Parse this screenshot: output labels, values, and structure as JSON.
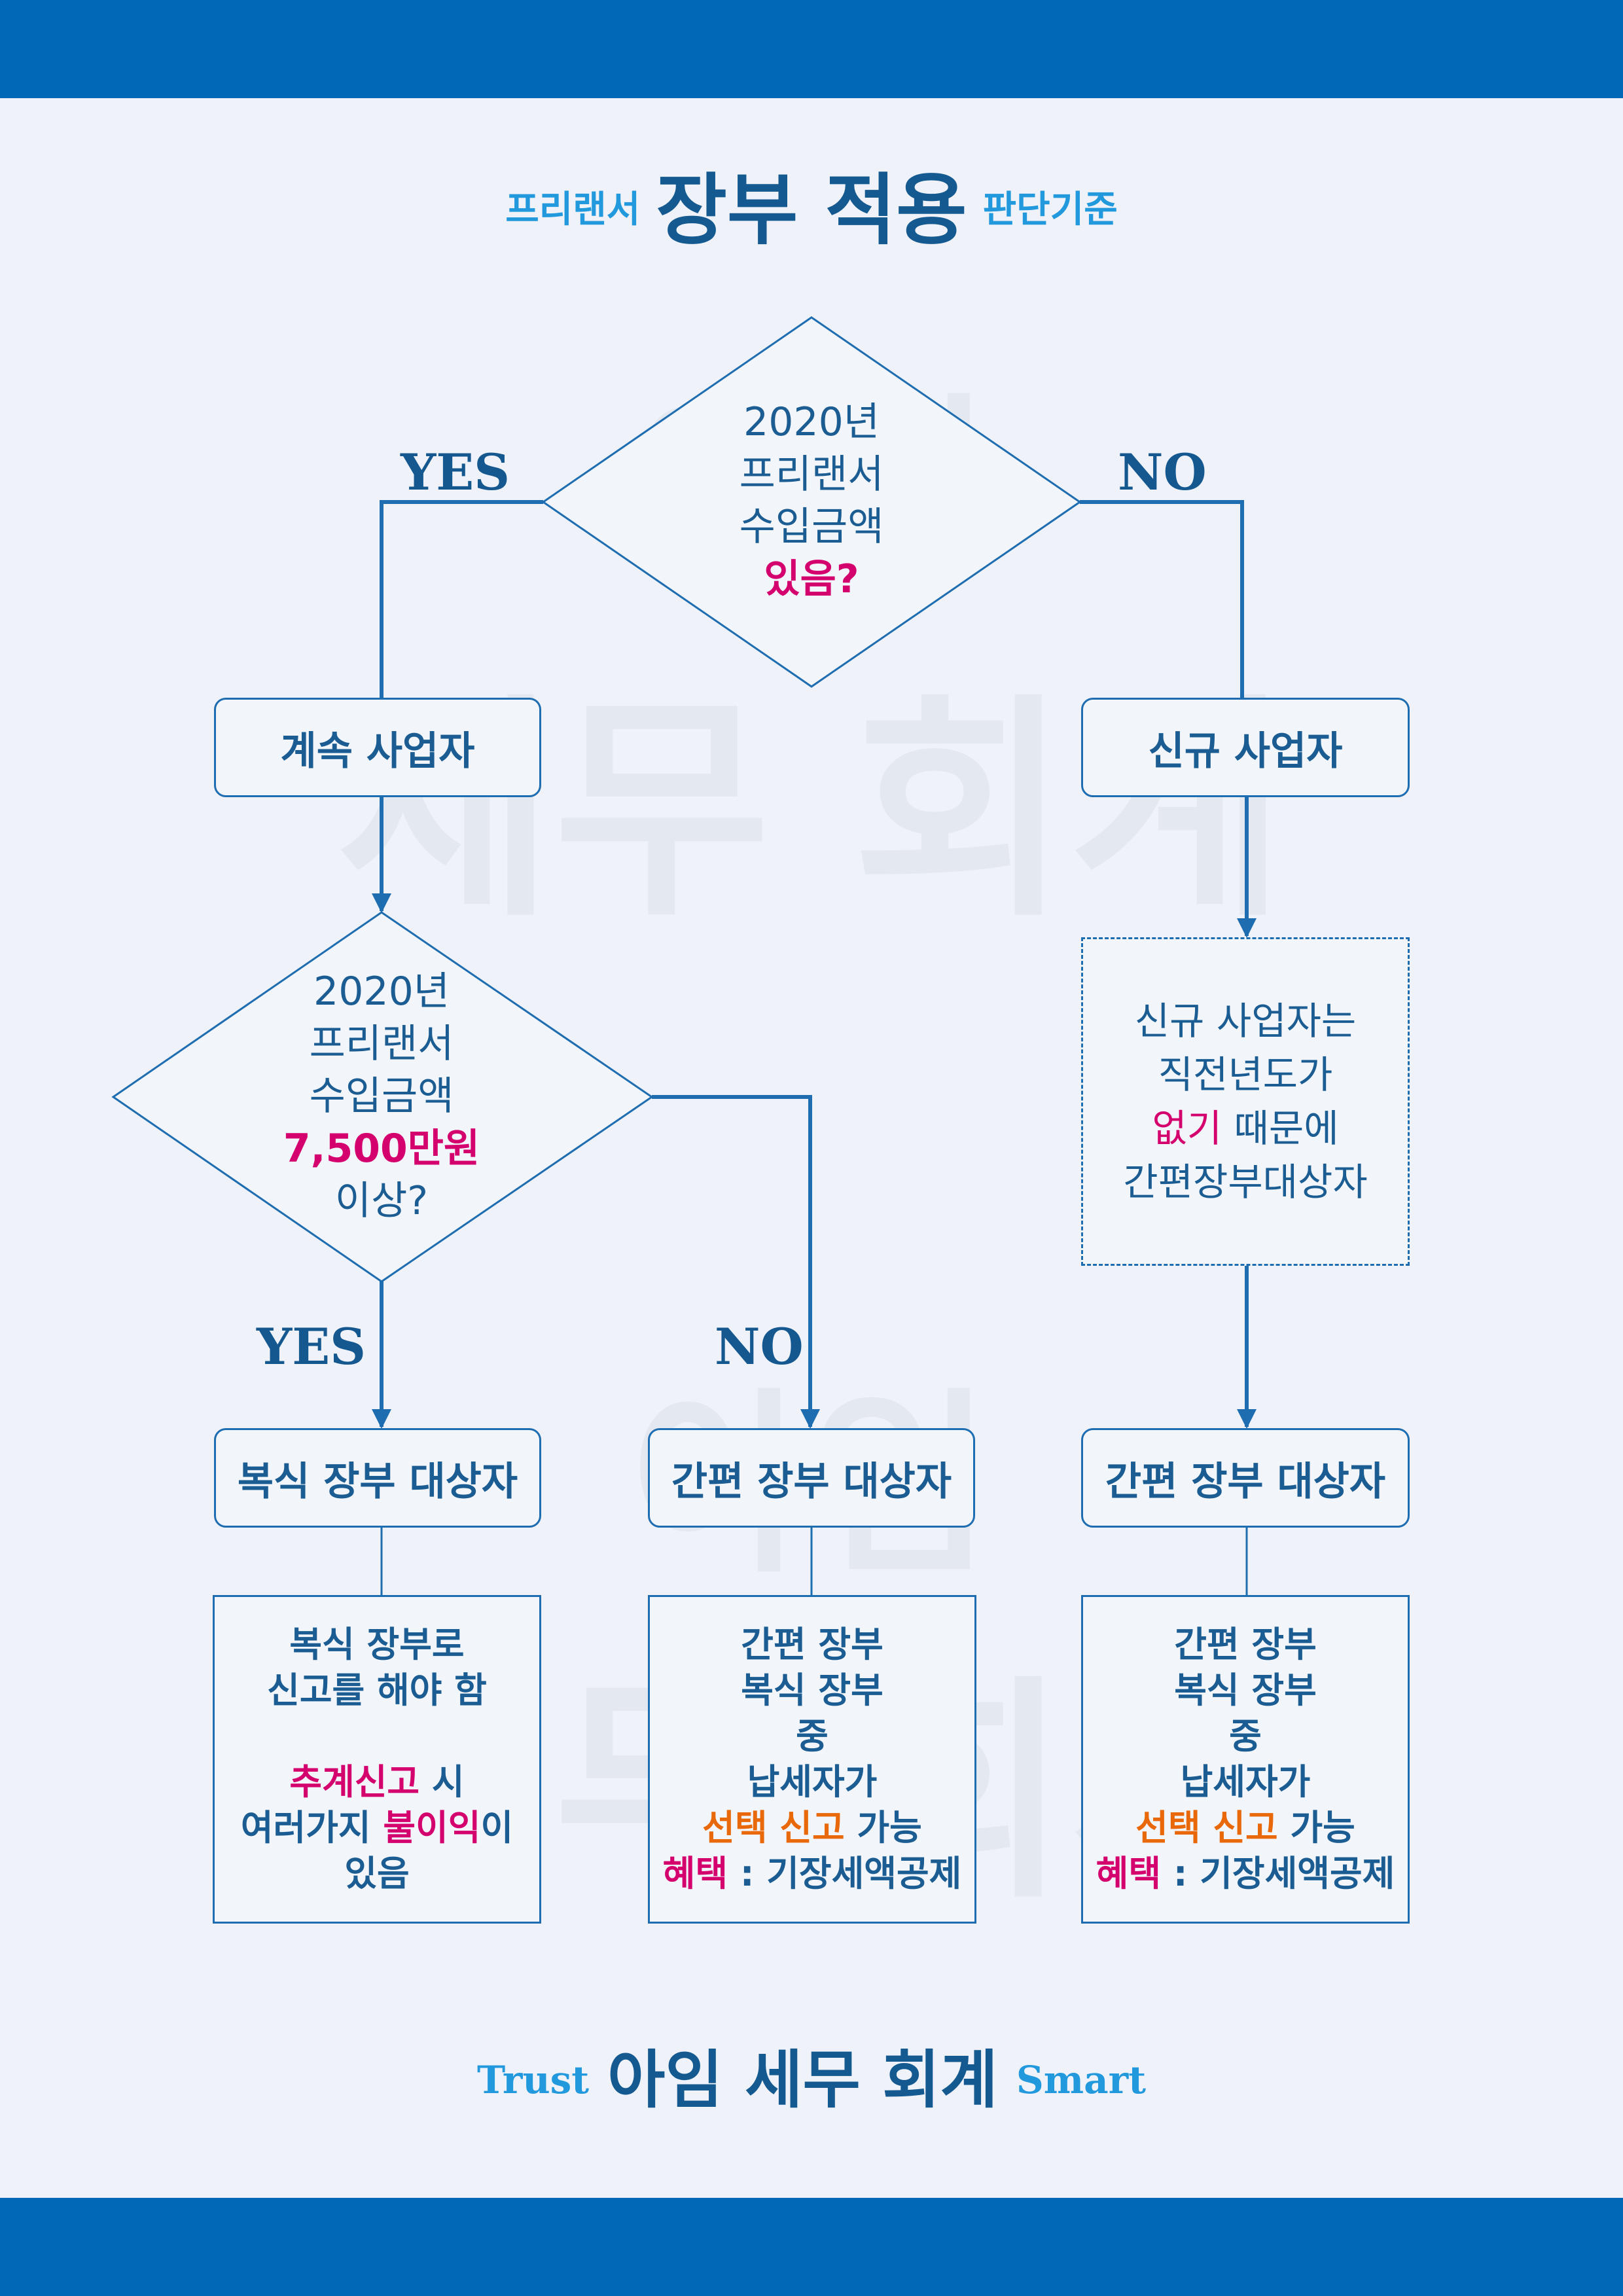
{
  "header": {
    "title_left": "프리랜서",
    "title_main": "장부 적용",
    "title_right": "판단기준"
  },
  "watermark": {
    "line_top": "아임",
    "line_bottom": "세무 회계"
  },
  "decisions": {
    "first": {
      "lines": [
        "2020년",
        "프리랜서",
        "수입금액"
      ],
      "highlight": "있음?",
      "yes_label": "YES",
      "no_label": "NO"
    },
    "second": {
      "lines": [
        "2020년",
        "프리랜서",
        "수입금액"
      ],
      "highlight": "7,500만원",
      "last_line": "이상?",
      "yes_label": "YES",
      "no_label": "NO"
    }
  },
  "nodes": {
    "continuing_business": "계속 사업자",
    "new_business": "신규 사업자",
    "new_business_note": {
      "line1": "신규 사업자는",
      "line2": "직전년도가",
      "line3_highlight": "없기",
      "line3_rest": " 때문에",
      "line4": "간편장부대상자"
    },
    "double_entry_target": "복식 장부 대상자",
    "simple_target_left": "간편 장부 대상자",
    "simple_target_right": "간편 장부 대상자"
  },
  "details": {
    "double_entry": {
      "line1": "복식 장부로",
      "line2": "신고를 해야 함",
      "line3_highlight": "추계신고",
      "line3_rest": " 시",
      "line4_prefix": "여러가지 ",
      "line4_highlight": "불이익",
      "line4_suffix": "이",
      "line5": "있음"
    },
    "simple_choice": {
      "line1": "간편 장부",
      "line2": "복식 장부",
      "line3": "중",
      "line4": "납세자가",
      "line5_highlight": "선택 신고",
      "line5_rest": " 가능",
      "line6_highlight": "혜택",
      "line6_rest": " : 기장세액공제"
    }
  },
  "footer": {
    "left": "Trust",
    "main": "아임 세무 회계",
    "right": "Smart"
  },
  "colors": {
    "band": "#0068b7",
    "accent_pink": "#d4006e",
    "accent_orange": "#e8680a",
    "line": "#1f6db1",
    "text": "#1b5d92"
  }
}
